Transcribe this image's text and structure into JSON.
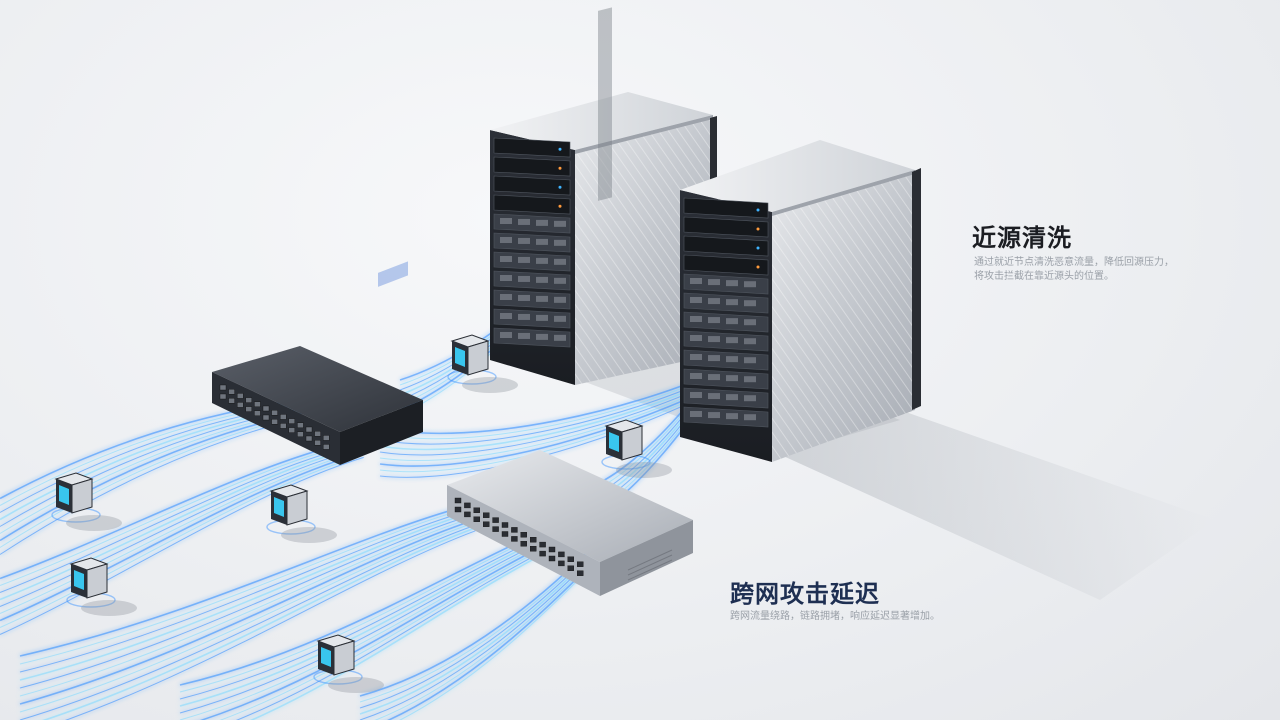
{
  "labels": {
    "near_source": {
      "title": "近源清洗",
      "caption_lines": [
        "通过就近节点清洗恶意流量，降低回源压力，",
        "将攻击拦截在靠近源头的位置。"
      ]
    },
    "cross_network": {
      "title": "跨网攻击延迟",
      "caption_lines": [
        "跨网流量绕路，链路拥堵，响应延迟显著增加。"
      ]
    }
  },
  "icons": [
    "server-tower-icon",
    "network-switch-icon",
    "endpoint-node-icon",
    "data-stream-icon"
  ],
  "colors": {
    "background": "#eceef1",
    "stream_blue": "#2f8cff",
    "stream_cyan": "#7fd8ff",
    "switch_dark": "#2d323b",
    "switch_silver": "#b9bec6",
    "server_silver": "#c9cdd3",
    "node_screen": "#39c6ee",
    "title_dark": "#1b1d22",
    "title_navy": "#1e2f52"
  }
}
